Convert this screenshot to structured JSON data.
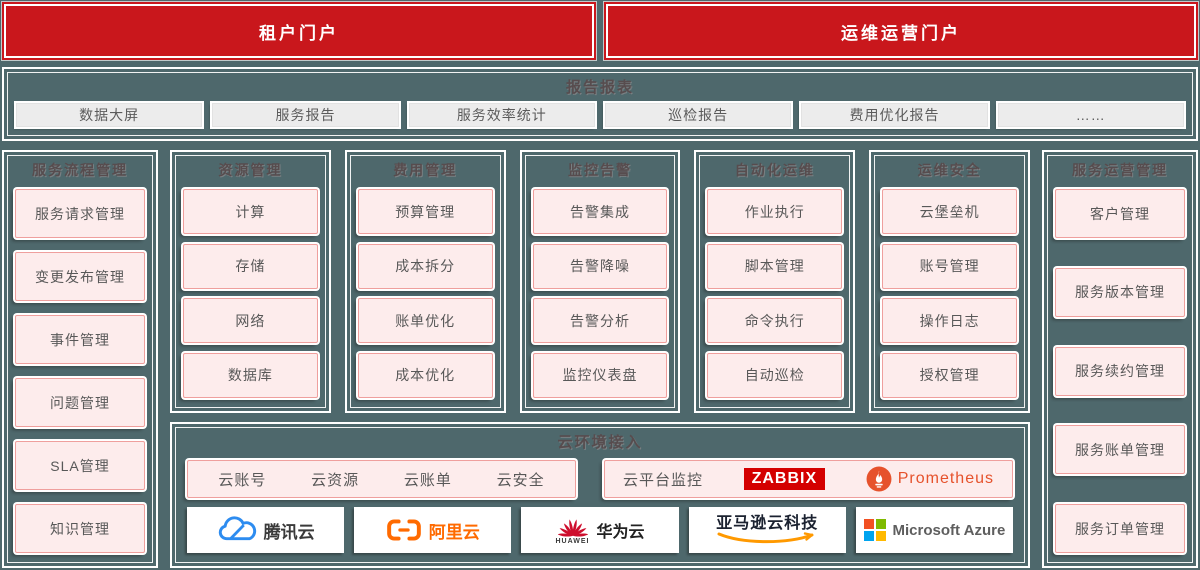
{
  "colors": {
    "background_teal": "#4e686c",
    "banner_red": "#c9171c",
    "pill_pink_fill": "#fdecec",
    "pill_pink_border": "#ef9f9d",
    "gray_box_fill": "#ececec",
    "zabbix_red": "#d40000",
    "prometheus_orange": "#e6522c",
    "tencent_blue": "#2d8cf0",
    "alibaba_orange": "#ff6a00",
    "huawei_red": "#ce0e2d",
    "amazon_orange": "#ff9900",
    "azure_squares": [
      "#f25022",
      "#7fba00",
      "#00a4ef",
      "#ffb900"
    ]
  },
  "banners": [
    {
      "label": "租户门户"
    },
    {
      "label": "运维运营门户"
    }
  ],
  "report": {
    "title": "报告报表",
    "items": [
      "数据大屏",
      "服务报告",
      "服务效率统计",
      "巡检报告",
      "费用优化报告",
      "……"
    ]
  },
  "columns": {
    "left": {
      "title": "服务流程管理",
      "items": [
        "服务请求管理",
        "变更发布管理",
        "事件管理",
        "问题管理",
        "SLA管理",
        "知识管理"
      ]
    },
    "middle": [
      {
        "title": "资源管理",
        "items": [
          "计算",
          "存储",
          "网络",
          "数据库"
        ]
      },
      {
        "title": "费用管理",
        "items": [
          "预算管理",
          "成本拆分",
          "账单优化",
          "成本优化"
        ]
      },
      {
        "title": "监控告警",
        "items": [
          "告警集成",
          "告警降噪",
          "告警分析",
          "监控仪表盘"
        ]
      },
      {
        "title": "自动化运维",
        "items": [
          "作业执行",
          "脚本管理",
          "命令执行",
          "自动巡检"
        ]
      },
      {
        "title": "运维安全",
        "items": [
          "云堡垒机",
          "账号管理",
          "操作日志",
          "授权管理"
        ]
      }
    ],
    "right": {
      "title": "服务运营管理",
      "items": [
        "客户管理",
        "服务版本管理",
        "服务续约管理",
        "服务账单管理",
        "服务订单管理"
      ]
    }
  },
  "cloud_access": {
    "title": "云环境接入",
    "account_items": [
      "云账号",
      "云资源",
      "云账单",
      "云安全"
    ],
    "monitor": {
      "label": "云平台监控",
      "zabbix_label": "ZABBIX",
      "prometheus_label": "Prometheus",
      "icons": [
        "zabbix-logo",
        "prometheus-flame-icon"
      ]
    },
    "providers": [
      {
        "name": "腾讯云",
        "icon": "tencent-cloud-logo"
      },
      {
        "name": "阿里云",
        "icon": "alibaba-cloud-logo"
      },
      {
        "name": "华为云",
        "sub": "HUAWEI",
        "icon": "huawei-flower-logo"
      },
      {
        "name": "亚马逊云科技",
        "icon": "aws-smile-logo"
      },
      {
        "name": "Microsoft Azure",
        "icon": "microsoft-squares-logo"
      }
    ]
  }
}
